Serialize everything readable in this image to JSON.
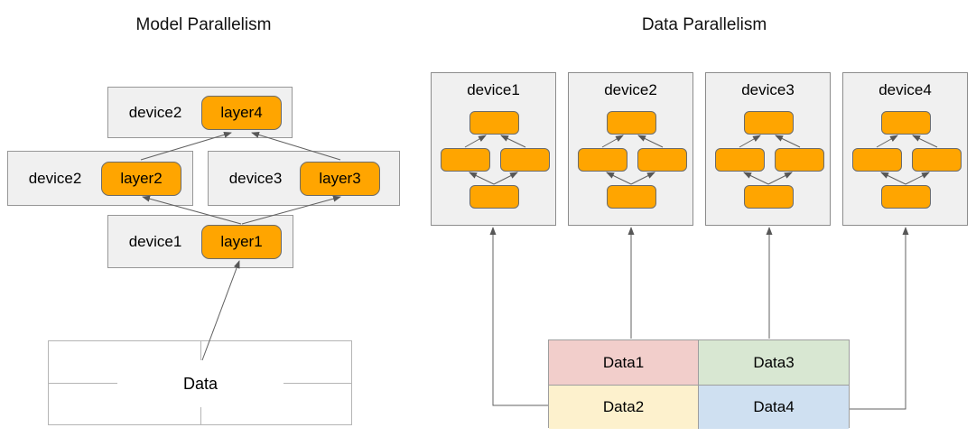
{
  "titles": {
    "left": "Model Parallelism",
    "right": "Data Parallelism"
  },
  "model_parallelism": {
    "nodes": [
      {
        "position": "top",
        "device": "device2",
        "layer": "layer4"
      },
      {
        "position": "mid-left",
        "device": "device2",
        "layer": "layer2"
      },
      {
        "position": "mid-right",
        "device": "device3",
        "layer": "layer3"
      },
      {
        "position": "bottom",
        "device": "device1",
        "layer": "layer1"
      }
    ],
    "data_label": "Data",
    "flow": [
      "Data -> layer1",
      "layer1 -> layer2",
      "layer1 -> layer3",
      "layer2 -> layer4",
      "layer3 -> layer4"
    ]
  },
  "data_parallelism": {
    "devices": [
      {
        "label": "device1"
      },
      {
        "label": "device2"
      },
      {
        "label": "device3"
      },
      {
        "label": "device4"
      }
    ],
    "data_cells": [
      {
        "label": "Data1",
        "fill": "#f2cecb"
      },
      {
        "label": "Data3",
        "fill": "#d8e7d2"
      },
      {
        "label": "Data2",
        "fill": "#fdf1cd"
      },
      {
        "label": "Data4",
        "fill": "#cfe0f1"
      }
    ],
    "flow": [
      "Data1 -> device2",
      "Data2 -> device1",
      "Data3 -> device3",
      "Data4 -> device4"
    ]
  },
  "colors": {
    "node_fill": "#ffa500",
    "node_border": "#6b6b6b",
    "container_fill": "#f0f0f0",
    "container_border": "#8c8c8c",
    "arrow": "#616161",
    "table_border": "#b5b5b5"
  }
}
